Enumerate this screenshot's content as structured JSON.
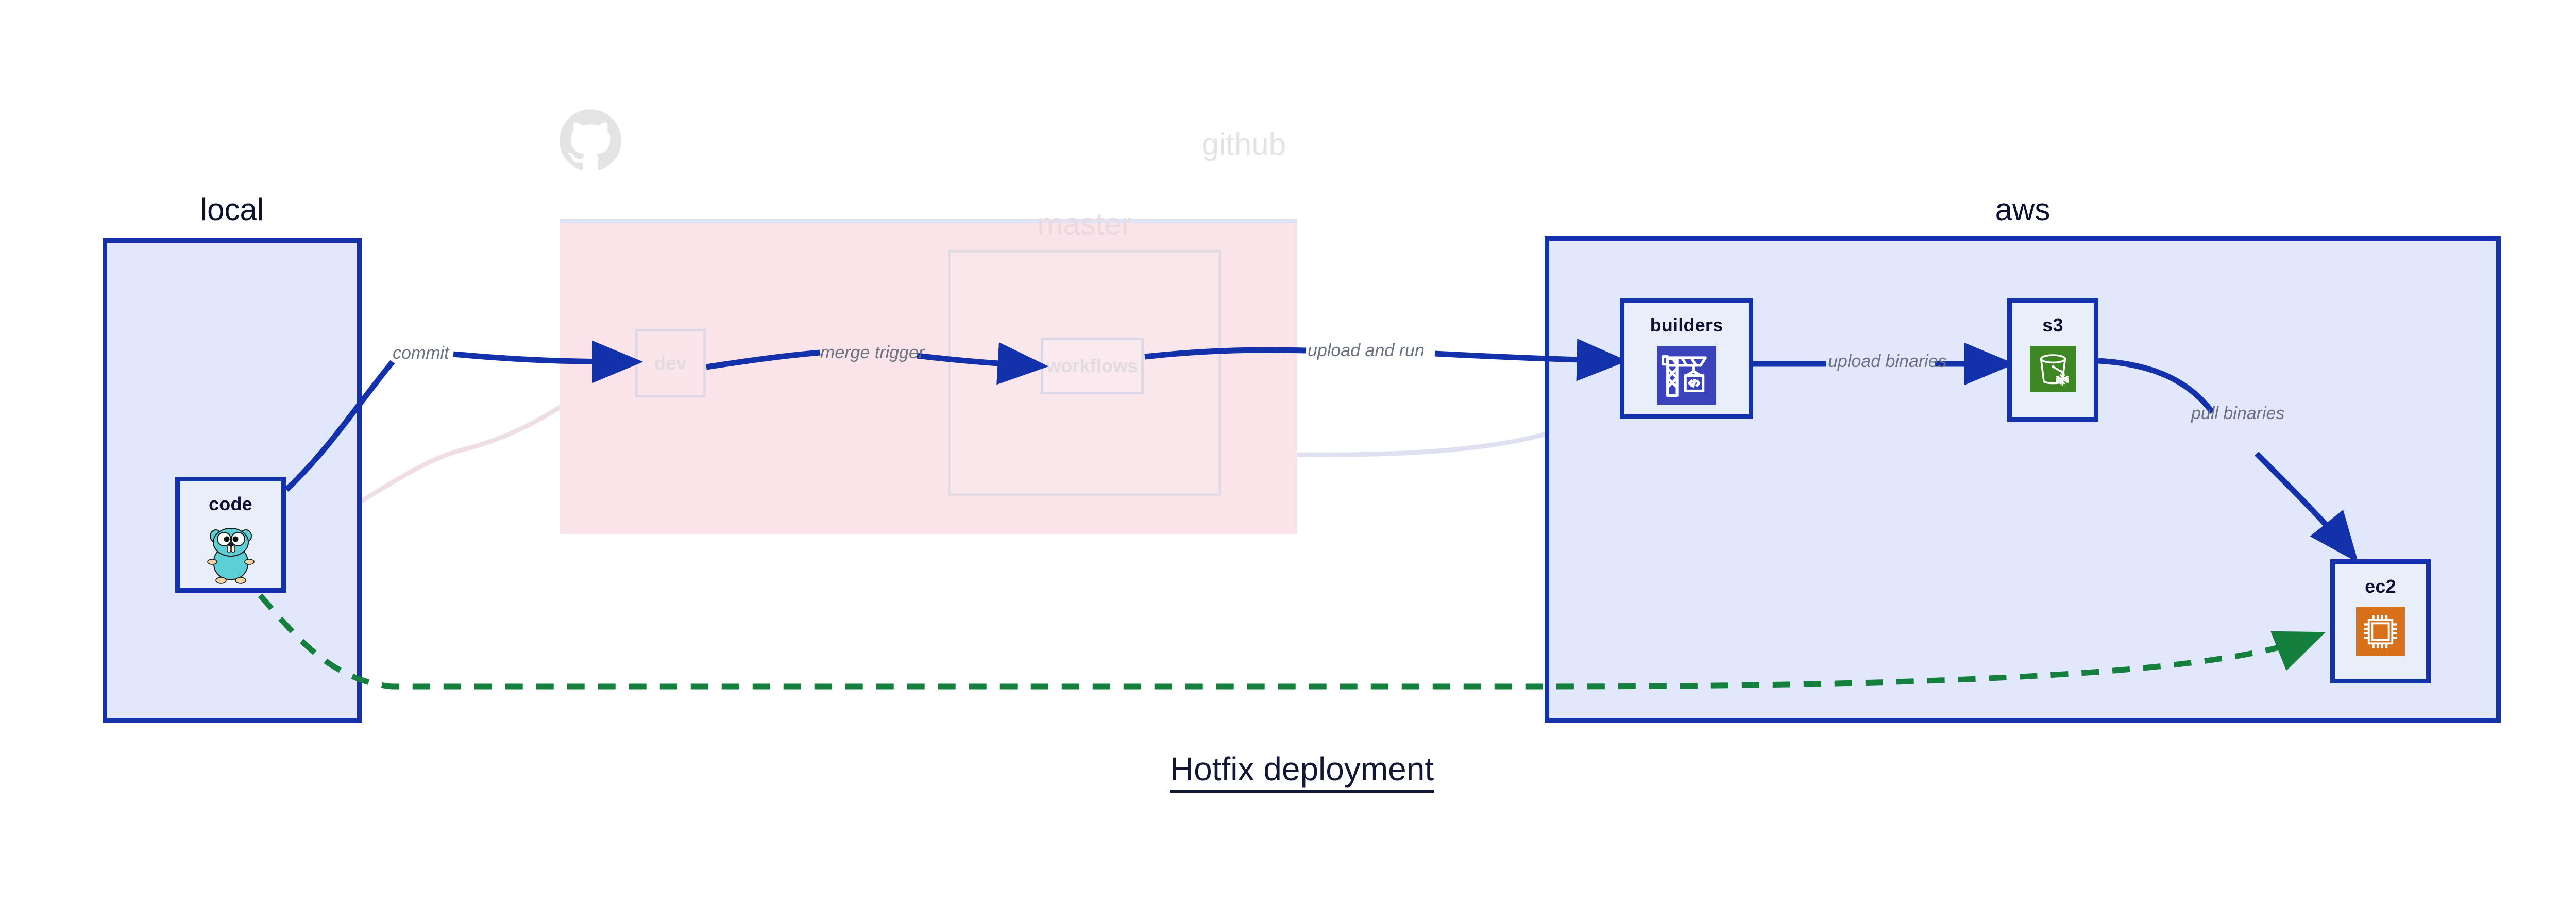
{
  "diagram": {
    "title": "Hotfix deployment",
    "colors": {
      "group_blue_fill": "#e2e8fb",
      "group_blue_border": "#1331ab",
      "group_pink_fill": "#fae3e9",
      "edge_active": "#1331ab",
      "edge_faded": "#dfe0f0",
      "edge_dashed_green": "#15803d",
      "label_gray": "#6b7280",
      "icon_builders_bg": "#3a43ba",
      "icon_s3_bg": "#3f8624",
      "icon_ec2_bg": "#d8701a",
      "icon_gopher_body": "#5ccfd6",
      "title_color": "#111735"
    },
    "groups": [
      {
        "id": "local",
        "label": "local",
        "state": "active"
      },
      {
        "id": "github",
        "label": "github",
        "state": "faded"
      },
      {
        "id": "master",
        "label": "master",
        "state": "faded"
      },
      {
        "id": "aws",
        "label": "aws",
        "state": "active"
      }
    ],
    "nodes": [
      {
        "id": "code",
        "label": "code",
        "icon": "go-gopher-icon",
        "group": "local",
        "state": "active"
      },
      {
        "id": "dev",
        "label": "dev",
        "icon": "none",
        "group": "github",
        "state": "faded"
      },
      {
        "id": "workflows",
        "label": "workflows",
        "icon": "none",
        "group": "master",
        "state": "faded"
      },
      {
        "id": "builders",
        "label": "builders",
        "icon": "aws-codebuild-icon",
        "group": "aws",
        "state": "active"
      },
      {
        "id": "s3",
        "label": "s3",
        "icon": "aws-s3-bucket-icon",
        "group": "aws",
        "state": "active"
      },
      {
        "id": "ec2",
        "label": "ec2",
        "icon": "aws-ec2-chip-icon",
        "group": "aws",
        "state": "active"
      }
    ],
    "edges": [
      {
        "id": "commit",
        "label": "commit",
        "from": "code",
        "to": "dev",
        "style": "solid",
        "state": "active"
      },
      {
        "id": "merge-trigger",
        "label": "merge trigger",
        "from": "dev",
        "to": "workflows",
        "style": "solid",
        "state": "active"
      },
      {
        "id": "upload-and-run",
        "label": "upload and run",
        "from": "workflows",
        "to": "builders",
        "style": "solid",
        "state": "active"
      },
      {
        "id": "upload-binaries",
        "label": "upload binaries",
        "from": "builders",
        "to": "s3",
        "style": "solid",
        "state": "active"
      },
      {
        "id": "pull-binaries",
        "label": "pull binaries",
        "from": "s3",
        "to": "ec2",
        "style": "solid",
        "state": "active"
      },
      {
        "id": "direct-deploy",
        "label": "",
        "from": "code",
        "to": "ec2",
        "style": "dashed",
        "state": "active"
      },
      {
        "id": "faded-code-dev",
        "label": "",
        "from": "code",
        "to": "dev",
        "style": "solid",
        "state": "faded"
      },
      {
        "id": "faded-dev-workflows",
        "label": "",
        "from": "dev",
        "to": "workflows",
        "style": "solid",
        "state": "faded"
      },
      {
        "id": "faded-workflows-build",
        "label": "",
        "from": "workflows",
        "to": "builders",
        "style": "solid",
        "state": "faded"
      }
    ],
    "watermark": {
      "id": "github-octocat",
      "label": "github-logo-icon"
    }
  }
}
